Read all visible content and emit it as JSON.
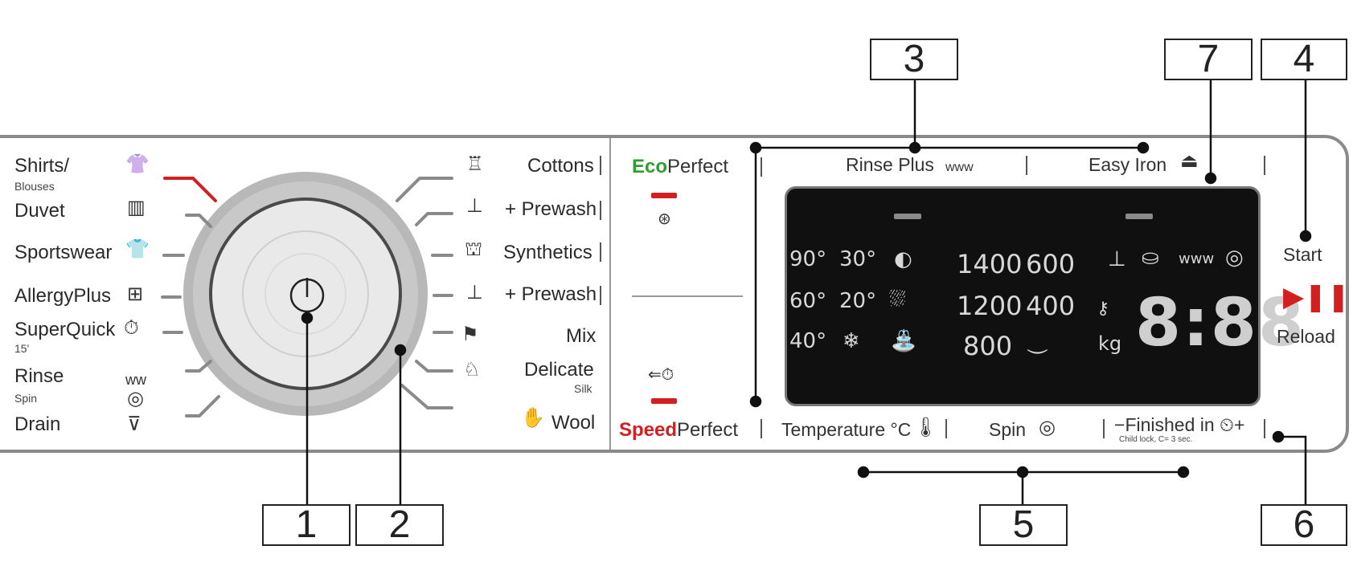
{
  "callouts": [
    "1",
    "2",
    "3",
    "4",
    "5",
    "6",
    "7"
  ],
  "programs_left": [
    {
      "label": "Shirts/",
      "sub": "Blouses",
      "icon": "shirt-icon",
      "glyph": "👚"
    },
    {
      "label": "Duvet",
      "icon": "duvet-icon",
      "glyph": "▥"
    },
    {
      "label": "Sportswear",
      "icon": "sportswear-icon",
      "glyph": "👕"
    },
    {
      "label": "AllergyPlus",
      "icon": "allergy-icon",
      "glyph": "⊞"
    },
    {
      "label": "SuperQuick",
      "sub": "15'",
      "icon": "timer-icon",
      "glyph": "⏱"
    },
    {
      "label": "Rinse",
      "icon": "rinse-icon",
      "glyph": "ᴡᴡ"
    },
    {
      "label": "Spin",
      "icon": "spin-icon",
      "glyph": "◎"
    },
    {
      "label": "Drain",
      "icon": "drain-icon",
      "glyph": "⊽"
    }
  ],
  "programs_right": [
    {
      "label": "Cottons",
      "icon": "cottons-icon",
      "glyph": "♖"
    },
    {
      "label": "+ Prewash",
      "icon": "prewash-icon",
      "glyph": "⊥"
    },
    {
      "label": "Synthetics",
      "icon": "synthetics-icon",
      "glyph": "⛫"
    },
    {
      "label": "+ Prewash",
      "icon": "prewash-icon",
      "glyph": "⊥"
    },
    {
      "label": "Mix",
      "icon": "mix-icon",
      "glyph": "⚑"
    },
    {
      "label": "Delicate",
      "sub": "Silk",
      "icon": "delicate-icon",
      "glyph": "♘"
    },
    {
      "label": "Wool",
      "icon": "wool-icon",
      "glyph": "✋"
    }
  ],
  "buttons": {
    "eco_prefix": "Eco",
    "eco_suffix": "Perfect",
    "speed_prefix": "Speed",
    "speed_suffix": "Perfect",
    "rinse_plus": "Rinse Plus",
    "easy_iron": "Easy Iron",
    "temperature": "Temperature °C",
    "spin": "Spin",
    "finished_in": "Finished in",
    "child_lock": "Child lock, C= 3 sec.",
    "start": "Start",
    "reload": "Reload",
    "start_glyph": "▶❚❚"
  },
  "display": {
    "temps": [
      "90°",
      "30°",
      "60°",
      "20°",
      "40°"
    ],
    "spin_speeds": [
      "1400",
      "600",
      "1200",
      "400",
      "800"
    ],
    "kg": "kg",
    "time": "8:88"
  },
  "colors": {
    "eco": "#2e9e2e",
    "speed": "#d31f1f",
    "lcd": "#101010"
  }
}
